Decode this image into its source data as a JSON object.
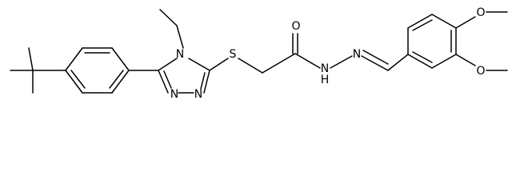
{
  "atom_labels": {
    "sulfur": "S",
    "carbonyl_oxygen": "O",
    "triazole_n4": "N",
    "triazole_n1": "N",
    "triazole_n2": "N",
    "hydrazide_nh": "N",
    "hydrazide_h": "H",
    "imine_n": "N",
    "methoxy_o_upper": "O",
    "methoxy_o_lower": "O"
  }
}
